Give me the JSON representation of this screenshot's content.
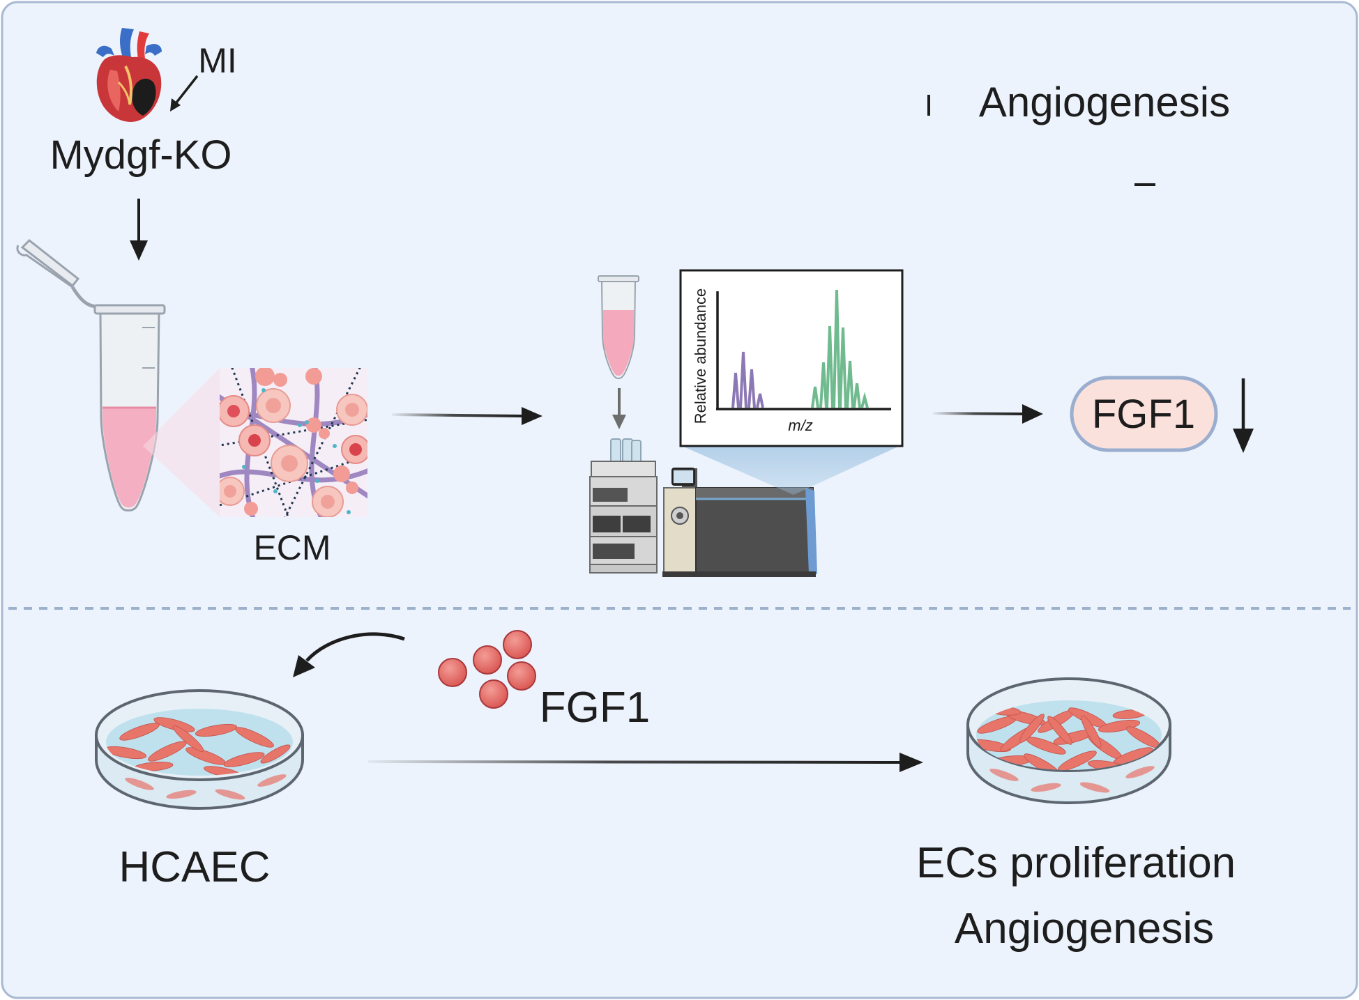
{
  "labels": {
    "mi": "MI",
    "knockout": "Mydgf-KO",
    "angiogenesis_top": "Angiogenesis",
    "ecm": "ECM",
    "fgf1_box": "FGF1",
    "fgf1_bottom": "FGF1",
    "hcaec": "HCAEC",
    "ecs_proliferation": "ECs proliferation",
    "angiogenesis_bottom": "Angiogenesis"
  },
  "spectrum": {
    "ylabel": "Relative abundance",
    "xlabel": "m/z"
  },
  "colors": {
    "background": "#edf3fc",
    "border": "#a9b9d3",
    "divider": "#9db0cc",
    "fgf1_fill": "#fbe1dc",
    "fgf1_stroke": "#9aaed0",
    "fgf1_particle": "#e0676b",
    "cell": "#e8756a",
    "tube_liquid": "#f4a9bc",
    "peak_purple": "#8c78b4",
    "peak_green": "#6fba8e"
  }
}
